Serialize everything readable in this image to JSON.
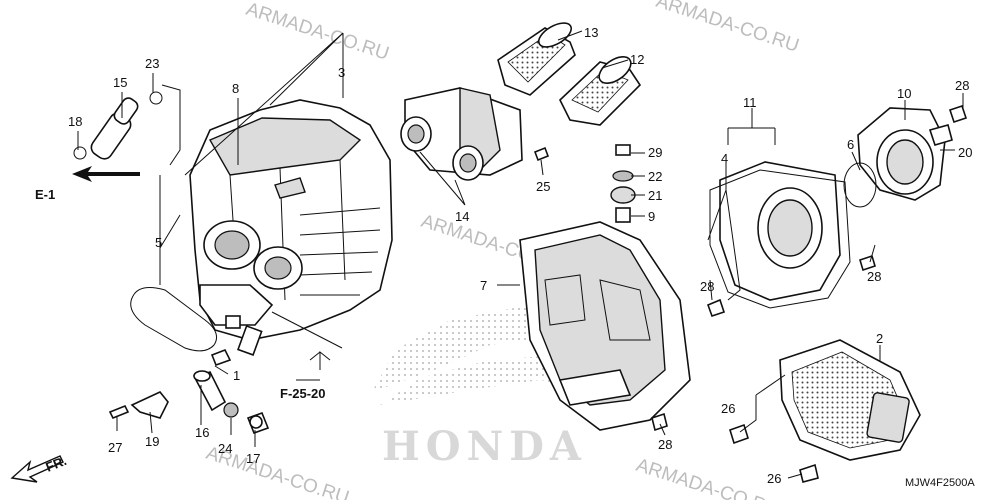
{
  "watermarks": [
    "ARMADA-CO.RU",
    "ARMADA-CO.RU",
    "ARMADA-CO.RU",
    "ARMADA-CO.RU",
    "ARMADA-CO.RU"
  ],
  "brand_logo": "HONDA",
  "diagram_code": "MJW4F2500A",
  "references": {
    "e1": "E-1",
    "f2520": "F-25-20",
    "front": "FR."
  },
  "parts": {
    "p1": "1",
    "p2": "2",
    "p3": "3",
    "p4": "4",
    "p5": "5",
    "p6": "6",
    "p7": "7",
    "p8": "8",
    "p9": "9",
    "p10": "10",
    "p11": "11",
    "p12": "12",
    "p13": "13",
    "p14": "14",
    "p15": "15",
    "p16": "16",
    "p17": "17",
    "p18": "18",
    "p19": "19",
    "p20": "20",
    "p21": "21",
    "p22": "22",
    "p23": "23",
    "p24": "24",
    "p25": "25",
    "p26a": "26",
    "p26b": "26",
    "p27": "27",
    "p28a": "28",
    "p28b": "28",
    "p28c": "28",
    "p28d": "28",
    "p29": "29"
  }
}
